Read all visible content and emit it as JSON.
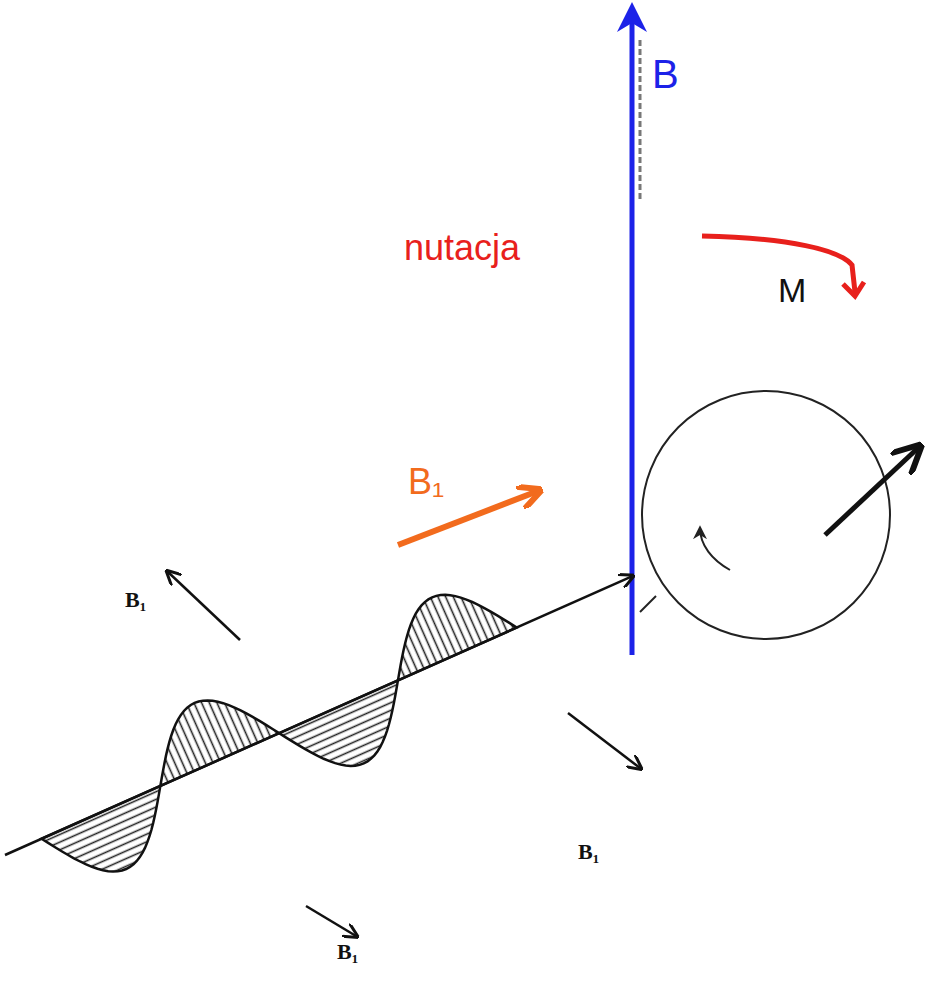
{
  "diagram": {
    "labels": [
      "B",
      "nutacja",
      "M",
      "B₁",
      "B₁",
      "B₁",
      "B₁"
    ]
  }
}
